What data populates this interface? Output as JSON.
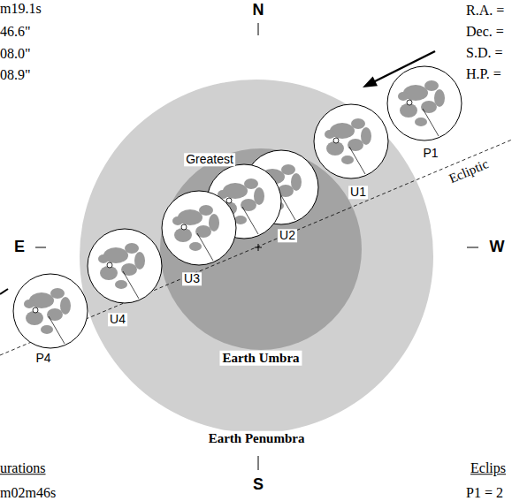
{
  "diagram": {
    "nodes": [
      {
        "text": [
          "Earth Penumbra"
        ]
      },
      {
        "text": [
          "Earth Umbra"
        ],
        "in": 0
      }
    ],
    "labels": [
      "m19.1s",
      "46.6\"",
      "08.0\"",
      "08.9\"",
      "R.A. =",
      "Dec. =",
      "S.D. =",
      "H.P. =",
      "N",
      "E",
      "W",
      "S",
      "Greatest",
      "P1",
      "U1",
      "U2",
      "U3",
      "U4",
      "P4",
      "Ecliptic",
      "urations",
      "m02m46s",
      "Eclips",
      "P1 = 2"
    ]
  }
}
